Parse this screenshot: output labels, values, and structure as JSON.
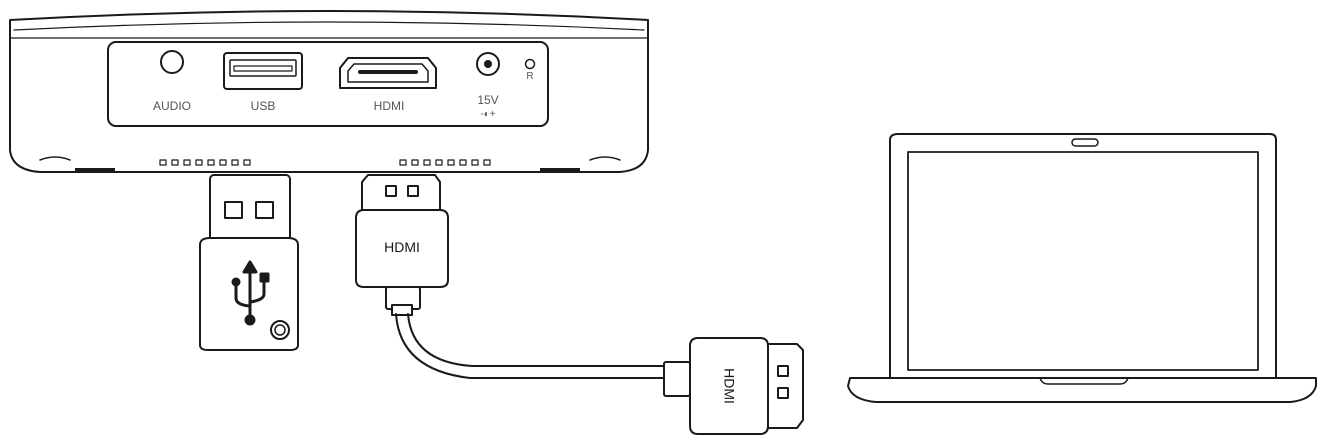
{
  "device": {
    "ports": {
      "audio": "AUDIO",
      "usb": "USB",
      "hdmi": "HDMI",
      "power_voltage": "15V",
      "power_polarity": "-◐+",
      "reset": "R"
    }
  },
  "cable": {
    "plug_label_top": "HDMI",
    "plug_label_end": "HDMI"
  },
  "colors": {
    "stroke": "#1a1a1a",
    "fill": "#ffffff"
  },
  "icons": [
    "usb-icon",
    "laptop-icon",
    "hdmi-plug-icon"
  ]
}
